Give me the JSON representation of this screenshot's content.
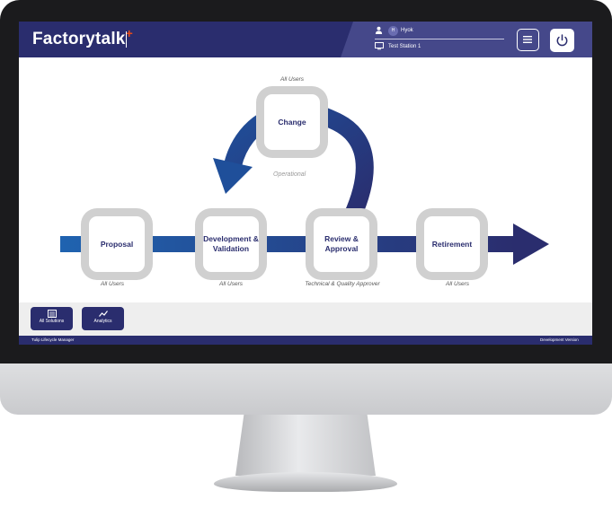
{
  "app": {
    "logo_text": "Factorytalk",
    "logo_mark": "+",
    "user_name": "Hyok",
    "user_initial": "H",
    "station_name": "Test Station 1"
  },
  "flow": {
    "operational_label": "Operational",
    "stages": [
      {
        "label": "Proposal",
        "caption": "All Users"
      },
      {
        "label": "Development & Validation",
        "caption": "All Users"
      },
      {
        "label": "Review & Approval",
        "caption": "Technical & Quality Approver"
      },
      {
        "label": "Retirement",
        "caption": "All Users"
      }
    ],
    "change": {
      "label": "Change",
      "caption": "All Users"
    }
  },
  "nav": {
    "all_solutions": "All Solutions",
    "analytics": "Analytics"
  },
  "footer": {
    "left": "Tulip Lifecycle Manager",
    "right": "Development Version"
  },
  "colors": {
    "brand_navy": "#2a2d6e",
    "arrow_blue": "#1e5ba8",
    "accent_orange": "#e64a19"
  }
}
